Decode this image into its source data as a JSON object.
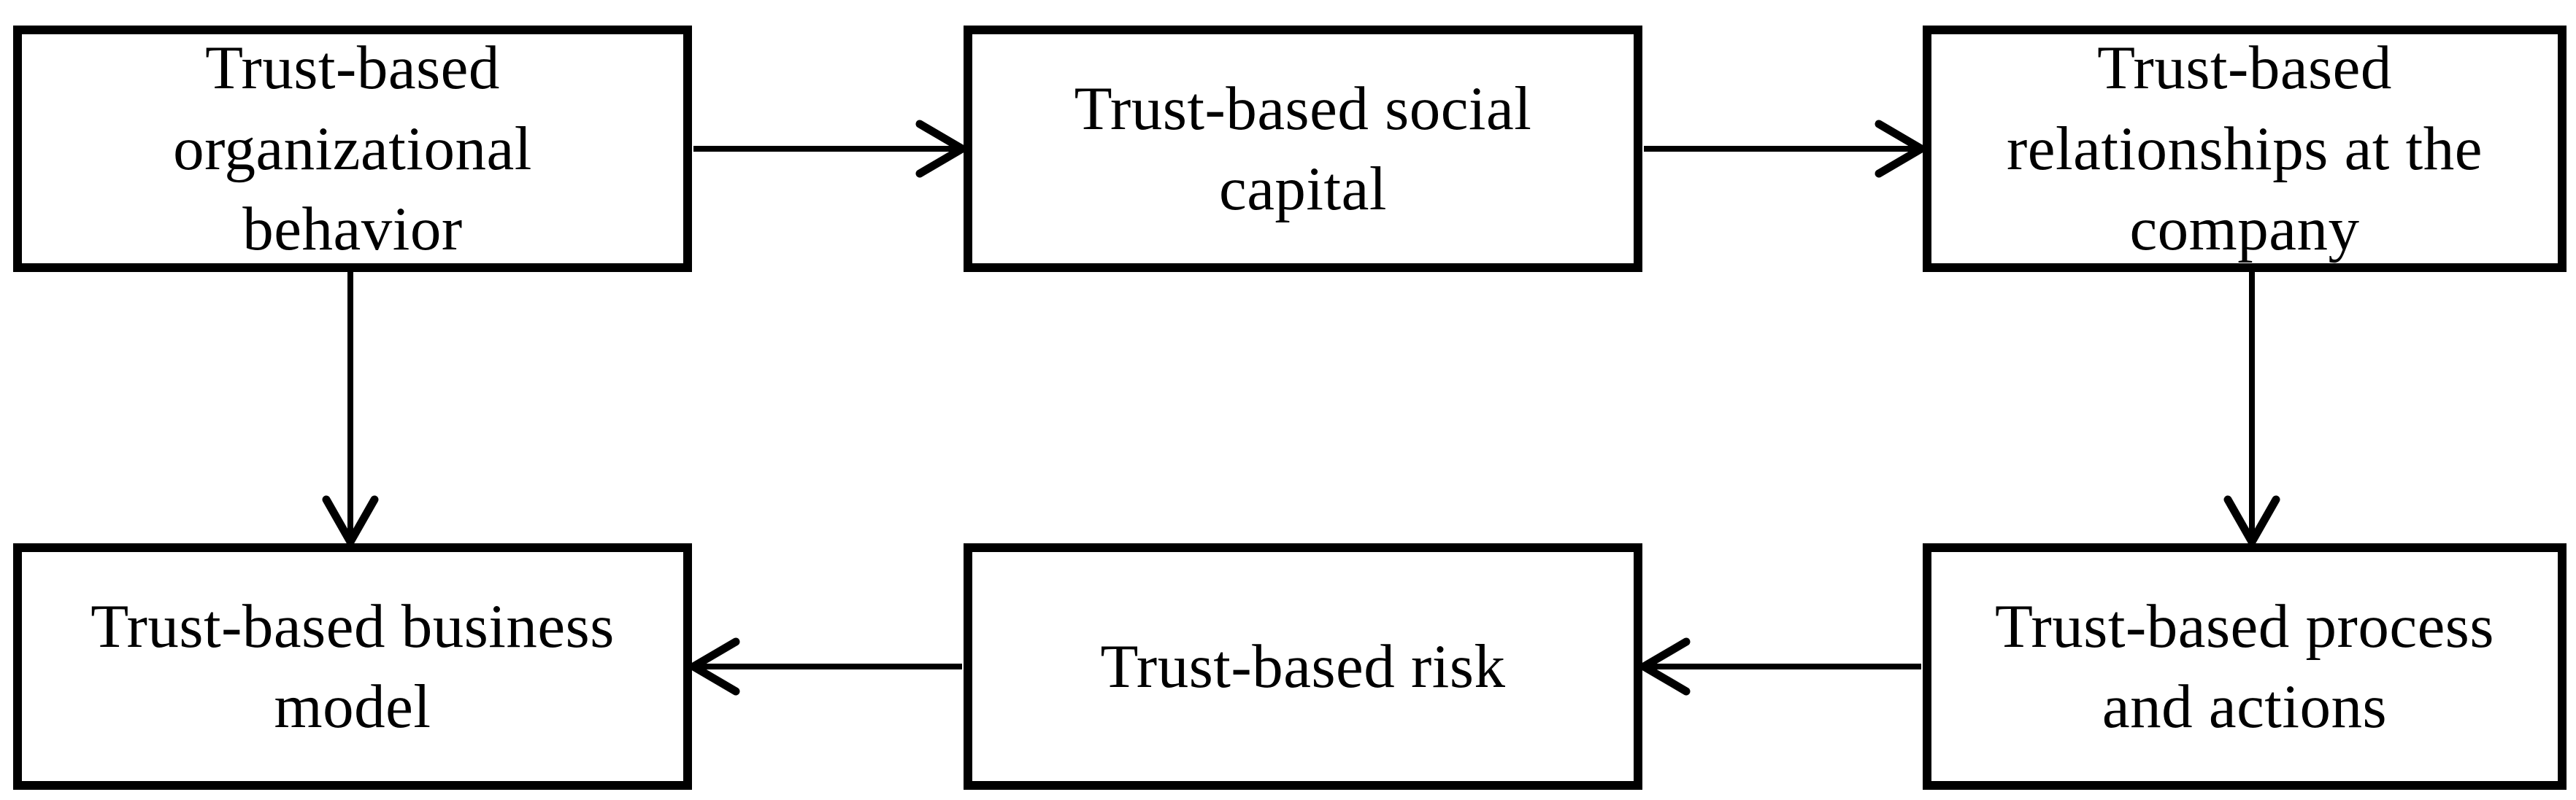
{
  "diagram": {
    "background_color": "#ffffff",
    "stroke_color": "#000000",
    "nodes": [
      {
        "id": "trust-based-organizational-behavior",
        "label": "Trust-based organizational behavior",
        "lines": [
          "Trust-based",
          "organizational",
          "behavior"
        ]
      },
      {
        "id": "trust-based-social-capital",
        "label": "Trust-based social capital",
        "lines": [
          "Trust-based social",
          "capital"
        ]
      },
      {
        "id": "trust-based-relationships-at-the-company",
        "label": "Trust-based relationships at the company",
        "lines": [
          "Trust-based",
          "relationships at the",
          "company"
        ]
      },
      {
        "id": "trust-based-business-model",
        "label": "Trust-based business model",
        "lines": [
          "Trust-based business",
          "model"
        ]
      },
      {
        "id": "trust-based-risk",
        "label": "Trust-based risk",
        "lines": [
          "Trust-based risk"
        ]
      },
      {
        "id": "trust-based-process-and-actions",
        "label": "Trust-based process and actions",
        "lines": [
          "Trust-based process",
          "and actions"
        ]
      }
    ],
    "edges": [
      {
        "from": "trust-based-organizational-behavior",
        "to": "trust-based-social-capital",
        "direction": "right"
      },
      {
        "from": "trust-based-social-capital",
        "to": "trust-based-relationships-at-the-company",
        "direction": "right"
      },
      {
        "from": "trust-based-relationships-at-the-company",
        "to": "trust-based-process-and-actions",
        "direction": "down"
      },
      {
        "from": "trust-based-process-and-actions",
        "to": "trust-based-risk",
        "direction": "left"
      },
      {
        "from": "trust-based-risk",
        "to": "trust-based-business-model",
        "direction": "left"
      },
      {
        "from": "trust-based-organizational-behavior",
        "to": "trust-based-business-model",
        "direction": "down"
      }
    ]
  }
}
